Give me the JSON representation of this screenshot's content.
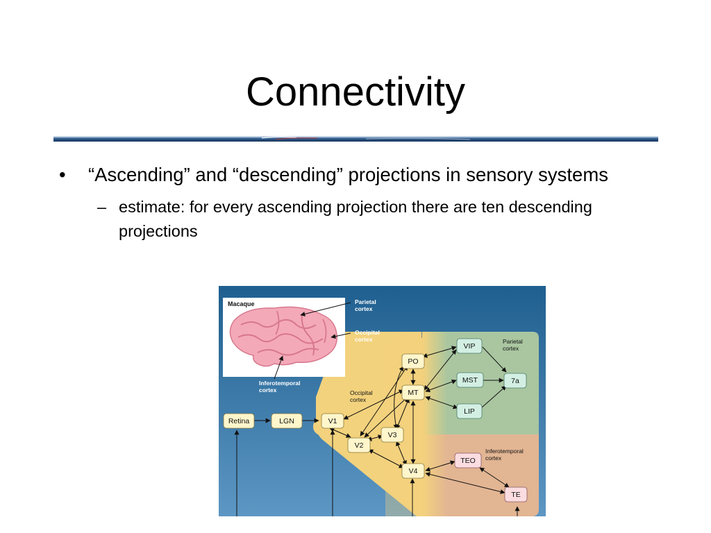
{
  "slide": {
    "title": "Connectivity",
    "bullets": [
      {
        "marker": "•",
        "text": "“Ascending” and “descending” projections in sensory systems",
        "sub": [
          {
            "marker": "–",
            "text": "estimate: for every ascending projection there are ten descending projections"
          }
        ]
      }
    ]
  },
  "figure": {
    "inset_label": "Macaque",
    "brain_labels": {
      "parietal": [
        "Parietal",
        "cortex"
      ],
      "occipital": [
        "Occipital",
        "cortex"
      ],
      "inferotemporal": [
        "Inferotemporal",
        "cortex"
      ]
    },
    "region_labels": {
      "occipital": [
        "Occipital",
        "cortex"
      ],
      "parietal": [
        "Parietal",
        "cortex"
      ],
      "inferotemporal": [
        "Inferotemporal",
        "cortex"
      ]
    },
    "nodes": {
      "retina": "Retina",
      "lgn": "LGN",
      "v1": "V1",
      "v2": "V2",
      "v3": "V3",
      "v4": "V4",
      "po": "PO",
      "mt": "MT",
      "vip": "VIP",
      "mst": "MST",
      "lip": "LIP",
      "n7a": "7a",
      "teo": "TEO",
      "te": "TE"
    },
    "colors": {
      "background_top": "#1f5f8f",
      "background_bottom": "#5d97c4",
      "occipital_region": "#f3d27d",
      "parietal_region": "#a9c6a0",
      "inferotemporal_region": "#e2b593",
      "occipital_node": "#fff6cc",
      "parietal_node": "#d3efe3",
      "inferotemporal_node": "#fbdde1",
      "brain": "#f4a9b8"
    }
  }
}
